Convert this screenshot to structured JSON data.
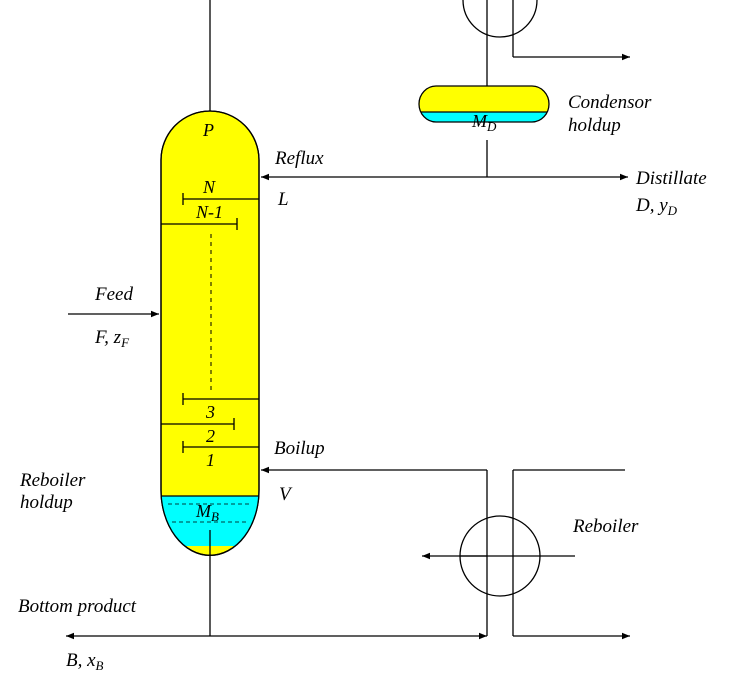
{
  "colors": {
    "column_fill": "#ffff00",
    "liquid_fill": "#00ffff",
    "line": "#000000"
  },
  "column": {
    "top_label": "P",
    "tray_labels": [
      "N",
      "N-1",
      "3",
      "2",
      "1"
    ]
  },
  "condenser": {
    "holdup_symbol": "M",
    "holdup_subscript": "D",
    "label_line1": "Condensor",
    "label_line2": "holdup"
  },
  "reboiler": {
    "label": "Reboiler",
    "holdup_symbol": "M",
    "holdup_subscript": "B",
    "holdup_label_line1": "Reboiler",
    "holdup_label_line2": "holdup"
  },
  "streams": {
    "reflux": "Reflux",
    "reflux_symbol": "L",
    "distillate": "Distillate",
    "distillate_symbol": "D, y",
    "distillate_sub": "D",
    "feed": "Feed",
    "feed_symbol": "F, z",
    "feed_sub": "F",
    "boilup": "Boilup",
    "boilup_symbol": "V",
    "bottom": "Bottom product",
    "bottom_symbol": "B, x",
    "bottom_sub": "B"
  }
}
